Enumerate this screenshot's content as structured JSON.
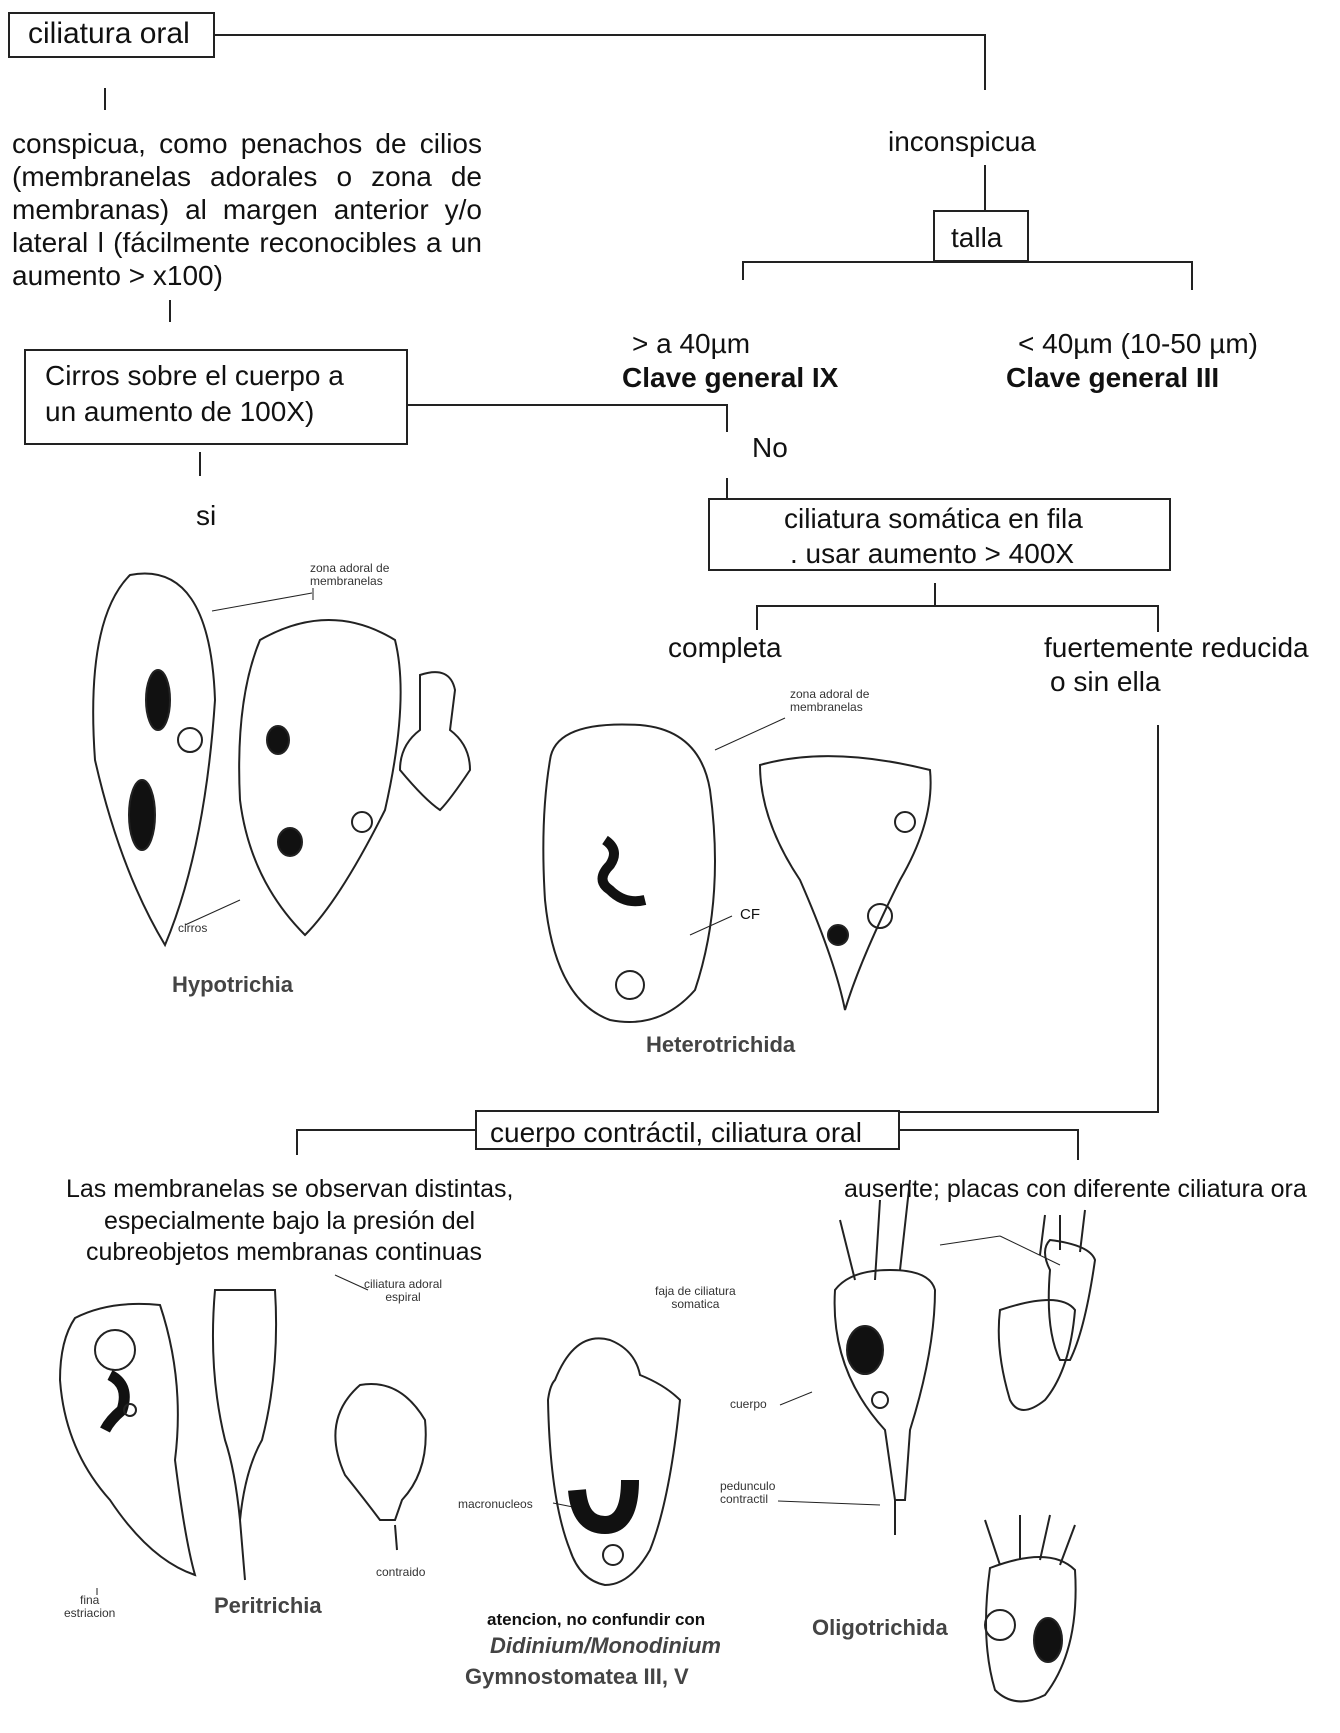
{
  "boxes": {
    "ciliatura_oral": "ciliatura oral",
    "talla": "talla",
    "cirros": [
      "Cirros sobre el cuerpo a",
      "un aumento de 100X)"
    ],
    "somatica": [
      "ciliatura somática en fila",
      ". usar aumento > 400X"
    ],
    "contractil": "cuerpo contráctil, ciliatura oral"
  },
  "branches": {
    "conspicua": [
      "conspicua, como penachos de cilios",
      "(membranelas adorales o zona de",
      "membranas) al margen anterior y/o",
      "lateral l (fácilmente reconocibles a un",
      "aumento  > x100)"
    ],
    "inconspicua": "inconspicua",
    "mayor_40": "> a 40µm",
    "clave_ix": "Clave general IX",
    "menor_40": "< 40µm (10-50 µm)",
    "clave_iii": "Clave general III",
    "no": "No",
    "si": "si",
    "completa": "completa",
    "reducida": [
      "fuertemente reducida",
      "o sin ella"
    ],
    "membranelas": [
      "Las membranelas se observan distintas,",
      "especialmente bajo la presión del",
      "cubreobjetos  membranas continuas"
    ],
    "ausente": "ausente; placas con diferente ciliatura ora"
  },
  "figure_labels": {
    "zona_adoral_1": [
      "zona adoral de",
      "membranelas"
    ],
    "cirros": "cirros",
    "zona_adoral_2": [
      "zona adoral de",
      "membranelas"
    ],
    "cf": "CF",
    "ciliatura_adoral": [
      "ciliatura adoral",
      "espiral"
    ],
    "faja": [
      "faja de ciliatura",
      "somatica"
    ],
    "cuerpo": "cuerpo",
    "pedunculo": [
      "pedunculo",
      "contractil"
    ],
    "macronucleos": "macronucleos",
    "contraido": "contraido",
    "fina": [
      "fina",
      "estriacion"
    ],
    "atencion": "atencion, no confundir con"
  },
  "taxa": {
    "hypotrichia": "Hypotrichia",
    "heterotrichida": "Heterotrichida",
    "peritrichia": "Peritrichia",
    "didinium": "Didinium/Monodinium",
    "gymnostomatea": "Gymnostomatea III, V",
    "oligotrichida": "Oligotrichida"
  }
}
